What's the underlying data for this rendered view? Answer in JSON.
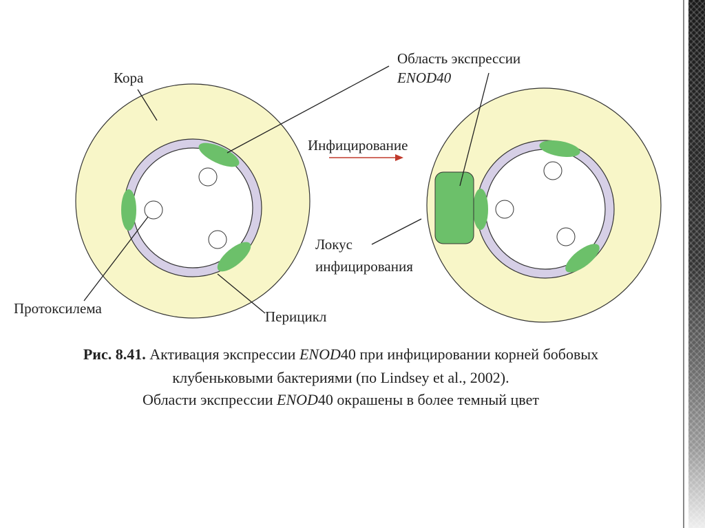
{
  "labels": {
    "cortex": "Кора",
    "protoxylem": "Протоксилема",
    "pericycle": "Перицикл",
    "expression_region_1": "Область экспрессии",
    "expression_region_2": "ENOD40",
    "infection": "Инфицирование",
    "locus_1": "Локус",
    "locus_2": "инфицирования"
  },
  "caption": {
    "fig_number": "Рис. 8.41.",
    "line1_a": " Активация экспрессии ",
    "line1_gene": "ENOD",
    "line1_b": "40 при инфицировании корней бобовых",
    "line2": "клубеньковыми бактериями (по Lindsey et al., 2002).",
    "line3_a": "Области экспрессии ",
    "line3_gene": "ENOD",
    "line3_b": "40 окрашены в более темный цвет"
  },
  "colors": {
    "cortex": "#f8f6c8",
    "ring": "#d6cfe6",
    "green": "#6cc06a",
    "arrow": "#c0392b"
  }
}
